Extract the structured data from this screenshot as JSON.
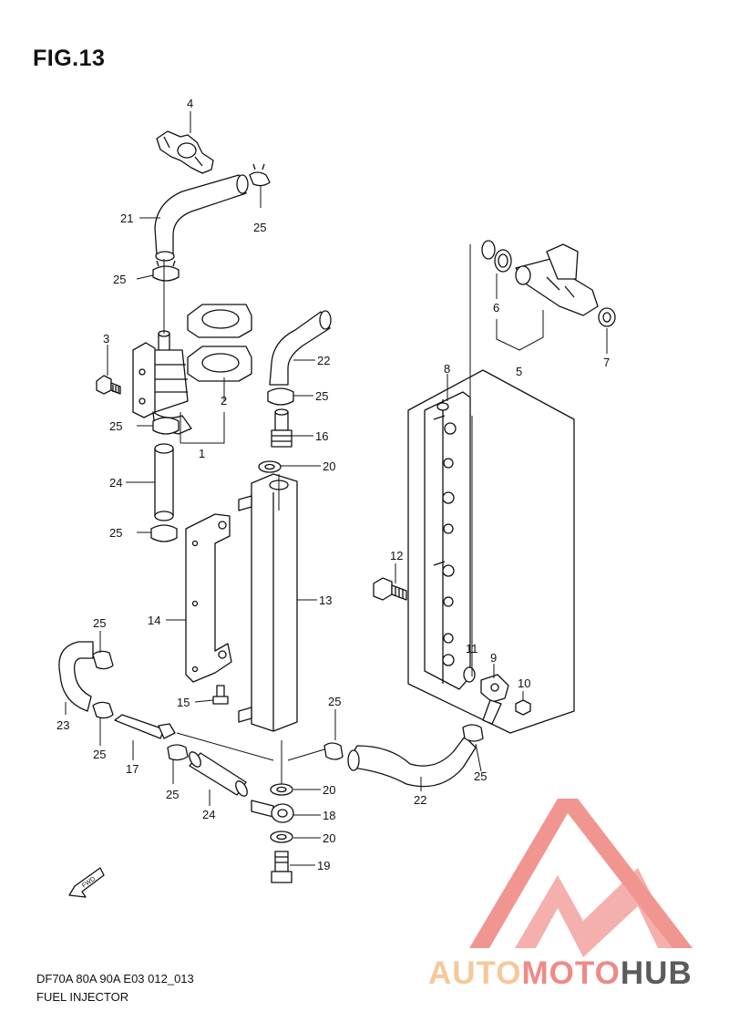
{
  "title": "FIG.13",
  "footer": {
    "model_code": "DF70A 80A 90A E03 012_013",
    "section_name": "FUEL INJECTOR"
  },
  "watermark": {
    "part1": "AUTO",
    "part2": "MOTO",
    "part3": "HUB",
    "color_auto": "#f6c89a",
    "color_moto": "#ef8a84",
    "color_hub": "#5b5b5b",
    "logo_color": "#f08a84"
  },
  "fwd_label": "FWD",
  "callouts": [
    "1",
    "2",
    "3",
    "4",
    "5",
    "6",
    "7",
    "8",
    "9",
    "10",
    "11",
    "12",
    "13",
    "14",
    "15",
    "16",
    "17",
    "18",
    "19",
    "20",
    "21",
    "22",
    "23",
    "24",
    "25"
  ]
}
